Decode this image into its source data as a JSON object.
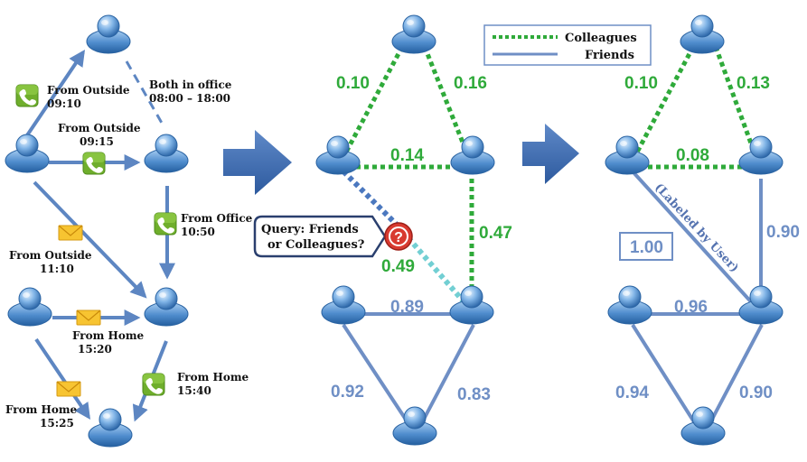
{
  "legend": {
    "colleagues": "Colleagues",
    "friends": "Friends"
  },
  "colors": {
    "colleague_edge": "#2faa3a",
    "friend_edge": "#6f8fc5",
    "arrow": "#3a63a8",
    "unknown_edge_1": "#4b78bf",
    "unknown_edge_2": "#72cfd3"
  },
  "panel1": {
    "labels": {
      "from_outside_1": "From Outside",
      "time_1": "09:10",
      "both_in_office": "Both in office",
      "office_hours": "08:00 – 18:00",
      "from_outside_2": "From Outside",
      "time_2": "09:15",
      "from_office": "From Office",
      "time_3": "10:50",
      "from_outside_3": "From Outside",
      "time_4": "11:10",
      "from_home_1": "From Home",
      "time_5": "15:20",
      "from_home_2": "From Home",
      "time_6": "15:40",
      "from_home_3": "From Home",
      "time_7": "15:25"
    }
  },
  "panel2": {
    "weights": {
      "top_left": "0.10",
      "top_right": "0.16",
      "middle": "0.14",
      "right_vertical": "0.47",
      "query_edge": "0.49",
      "lower_middle": "0.89",
      "bottom_left": "0.92",
      "bottom_right": "0.83"
    },
    "query": {
      "line1": "Query:  Friends",
      "line2": "or Colleagues?",
      "icon": "question-mark-icon"
    }
  },
  "panel3": {
    "weights": {
      "top_left": "0.10",
      "top_right": "0.13",
      "middle": "0.08",
      "right_vertical": "0.90",
      "user_box": "1.00",
      "lower_middle": "0.96",
      "bottom_left": "0.94",
      "bottom_right": "0.90"
    },
    "user_label": "(Labeled by User)"
  }
}
